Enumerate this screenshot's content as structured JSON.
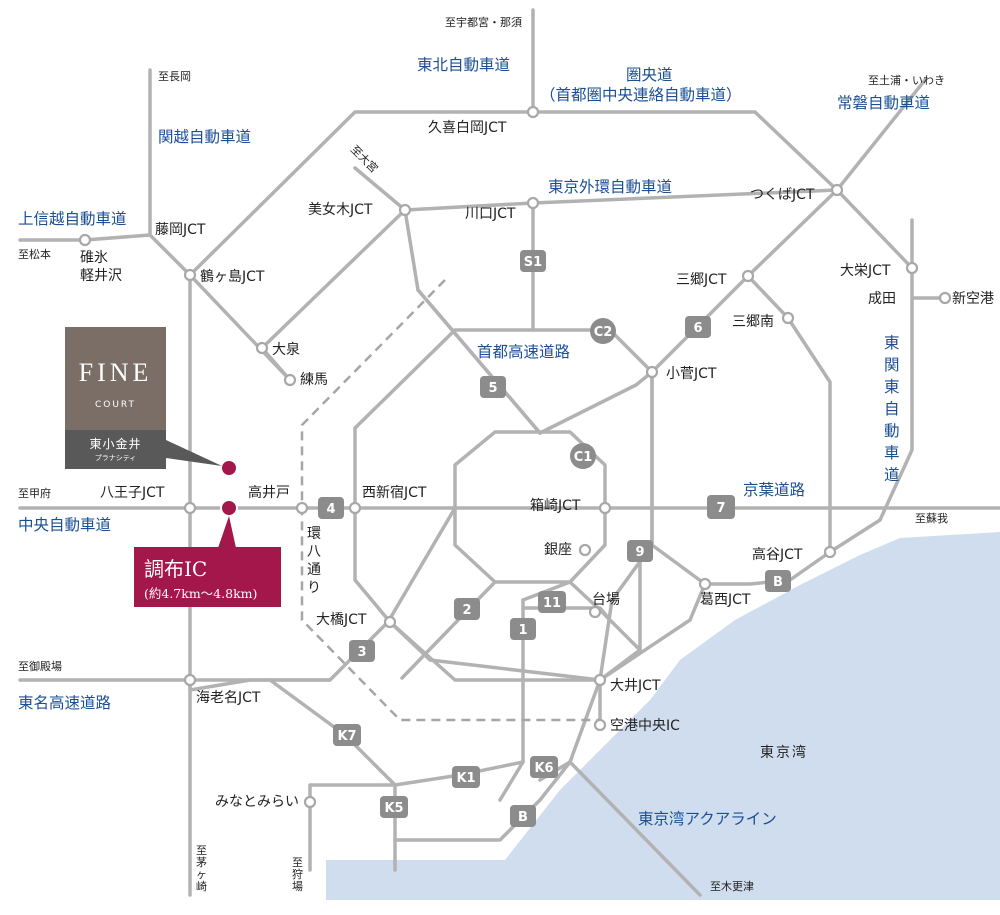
{
  "map": {
    "sea_label": "東京湾",
    "colors": {
      "sea": "#cfddef",
      "roads": "#b2b2b2",
      "highway_text": "#1b4f94",
      "accent": "#a3174a",
      "logo_top": "#7a6e66",
      "logo_bottom": "#595959"
    },
    "highways": {
      "tohoku": "東北自動車道",
      "kenodo": "圏央道",
      "kenodo_full": "（首都圏中央連絡自動車道）",
      "joban": "常磐自動車道",
      "kanetsu": "関越自動車道",
      "joshinetsu": "上信越自動車道",
      "gaikan": "東京外環自動車道",
      "shutoko": "首都高速道路",
      "higashikanto": "東関東自動車道",
      "keiyo": "京葉道路",
      "chuo": "中央自動車道",
      "tomei": "東名高速道路",
      "aqualine": "東京湾アクアライン"
    },
    "directions": {
      "utsunomiya": "至宇都宮・那須",
      "nagaoka": "至長岡",
      "tsuchiura": "至土浦・いわき",
      "omiya": "至大宮",
      "matsumoto": "至松本",
      "kofu": "至甲府",
      "soga": "至蘇我",
      "gotemba": "至御殿場",
      "chigasaki": "至茅ヶ崎",
      "karibaba": "至狩場",
      "kisarazu": "至木更津"
    },
    "places": {
      "kuki": "久喜白岡JCT",
      "tsukuba": "つくばJCT",
      "fujioka": "藤岡JCT",
      "usui": "碓氷",
      "karuizawa": "軽井沢",
      "tsurugashima": "鶴ヶ島JCT",
      "bijogi": "美女木JCT",
      "kawaguchi": "川口JCT",
      "misato": "三郷JCT",
      "misatominami": "三郷南",
      "oei": "大栄JCT",
      "narita": "成田",
      "shinkuko": "新空港",
      "oizumi": "大泉",
      "nerima": "練馬",
      "kosuge": "小菅JCT",
      "hachioji": "八王子JCT",
      "takaido": "高井戸",
      "nishishinjuku": "西新宿JCT",
      "hakozaki": "箱崎JCT",
      "ginza": "銀座",
      "kanpachi": "環八通り",
      "koya": "高谷JCT",
      "kasai": "葛西JCT",
      "daiba": "台場",
      "ohashi": "大橋JCT",
      "oi": "大井JCT",
      "airport_ic": "空港中央IC",
      "ebina": "海老名JCT",
      "minatomirai": "みなとみらい"
    },
    "routes": [
      "S1",
      "C2",
      "6",
      "5",
      "C1",
      "4",
      "7",
      "9",
      "2",
      "11",
      "1",
      "3",
      "B",
      "K7",
      "K1",
      "K6",
      "K5",
      "B"
    ]
  },
  "property": {
    "name_main": "FINE",
    "name_sub": "COURT",
    "location": "東小金井",
    "location_sub": "プラナシティ"
  },
  "interchange": {
    "name": "調布IC",
    "distance": "(約4.7km〜4.8km)"
  }
}
